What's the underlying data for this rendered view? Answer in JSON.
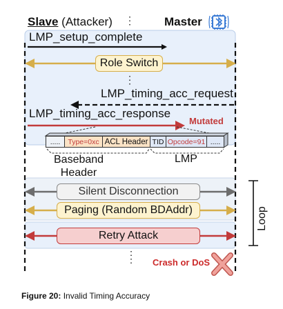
{
  "header": {
    "slave_bold": "Slave",
    "slave_rest": "(Attacker)",
    "master": "Master"
  },
  "messages": {
    "setup_complete": "LMP_setup_complete",
    "role_switch": "Role Switch",
    "timing_acc_request": "LMP_timing_acc_request",
    "timing_acc_response": "LMP_timing_acc_response",
    "mutated": "Mutated"
  },
  "packet": {
    "dots1": ".....",
    "type": "Type=0xc",
    "acl_header": "ACL Header",
    "tid": "TID",
    "opcode": "Opcode=91",
    "dots2": ".....",
    "baseband_line1": "Baseband",
    "baseband_line2": "Header",
    "lmp": "LMP"
  },
  "actions": {
    "silent_disconnection": "Silent Disconnection",
    "paging": "Paging (Random BDAddr)",
    "retry_attack": "Retry Attack",
    "loop": "Loop",
    "crash": "Crash or DoS"
  },
  "caption": {
    "label": "Figure 20:",
    "text": "Invalid Timing Accuracy"
  },
  "colors": {
    "gold": "#d6ae4a",
    "gold_fill": "#fdf3cf",
    "grey": "#6d6d6d",
    "grey_fill": "#f2f2f2",
    "red": "#c23b3b",
    "red_fill": "#f6cfcf",
    "panel": "#e8f0fb",
    "panel_border": "#b9cde8",
    "crash_red": "#cc2a2a",
    "x_mark": "#f0a29b"
  }
}
